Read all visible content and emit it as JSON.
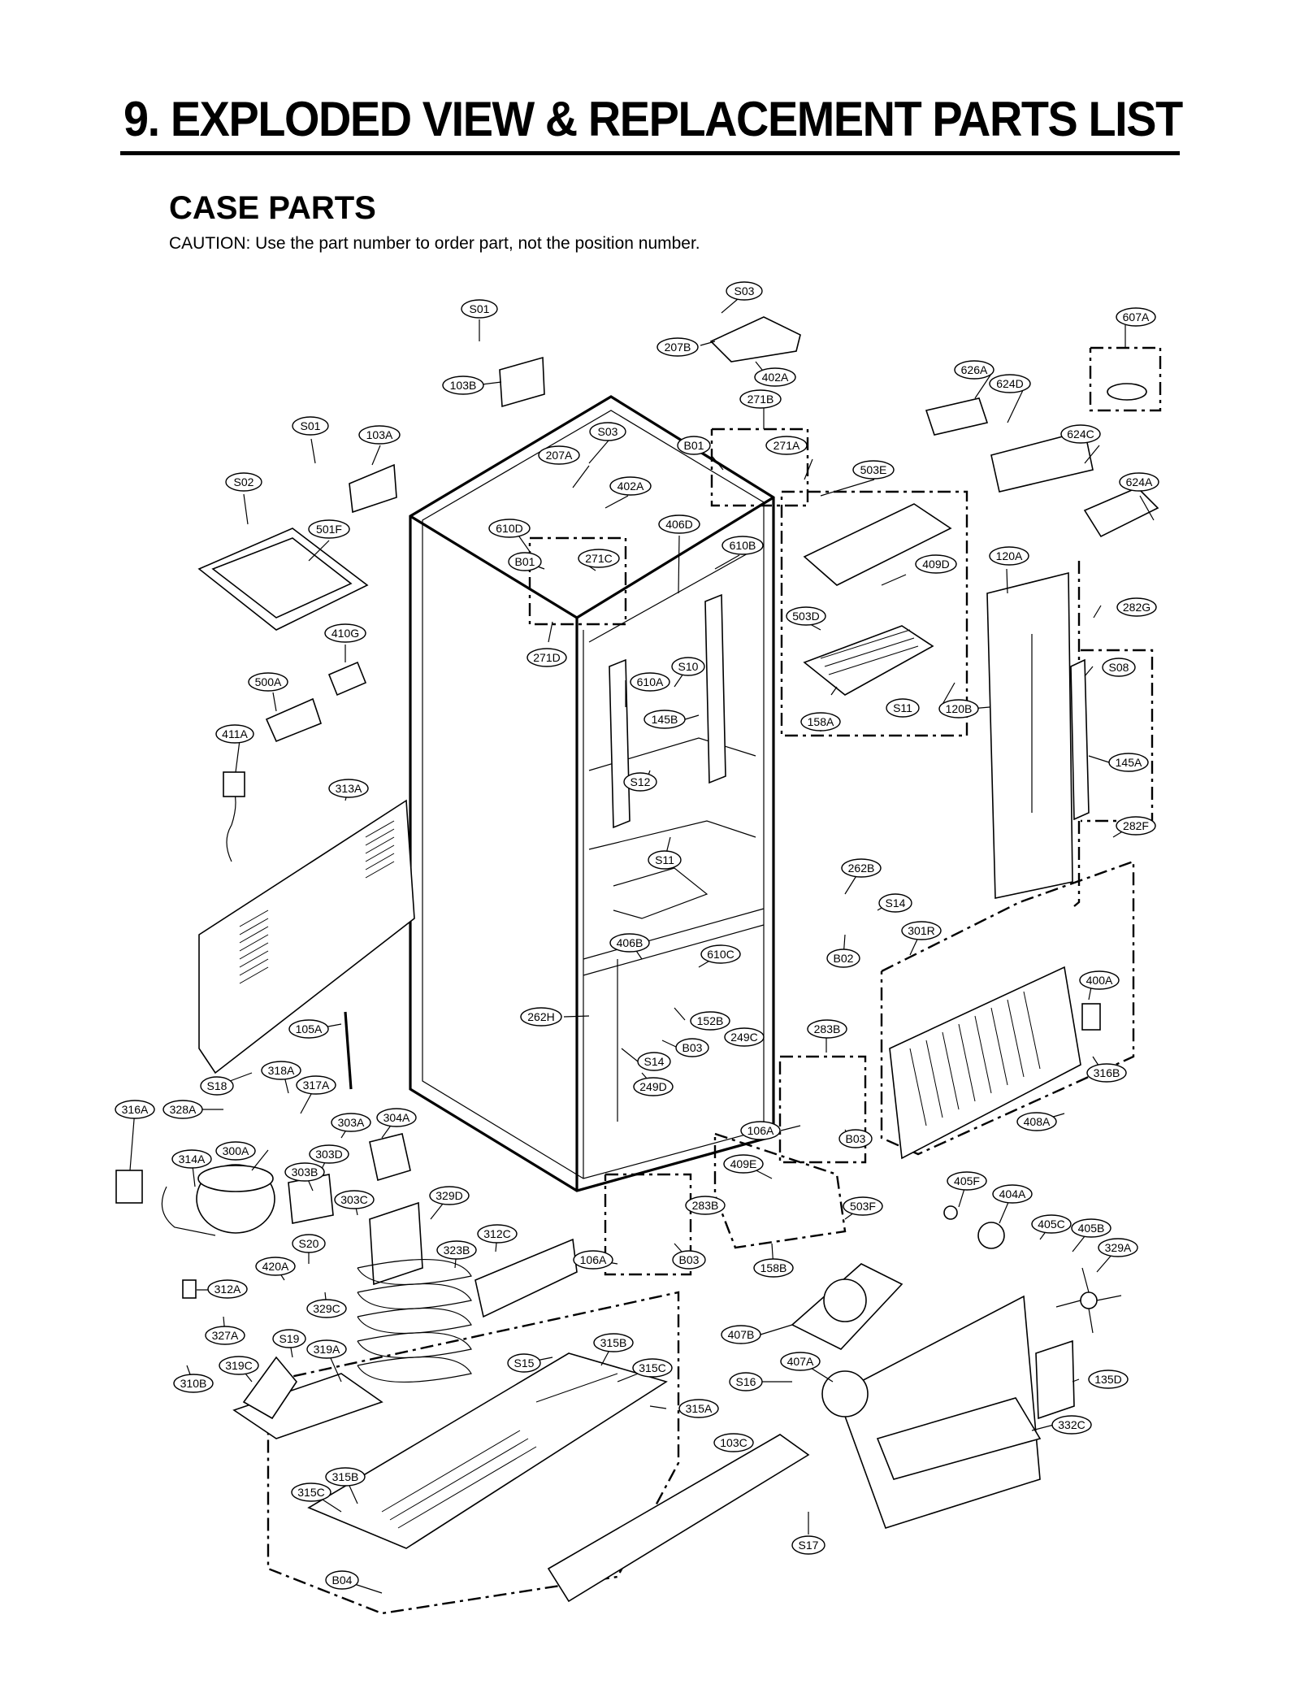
{
  "header": {
    "title": "9. EXPLODED VIEW & REPLACEMENT PARTS LIST"
  },
  "section": {
    "title": "CASE PARTS",
    "caution": "CAUTION: Use the part number to order part, not the position number."
  },
  "callouts": [
    {
      "id": "S03"
    },
    {
      "id": "S01"
    },
    {
      "id": "607A"
    },
    {
      "id": "207B"
    },
    {
      "id": "402A"
    },
    {
      "id": "103B"
    },
    {
      "id": "626A"
    },
    {
      "id": "624D"
    },
    {
      "id": "271B"
    },
    {
      "id": "S01"
    },
    {
      "id": "103A"
    },
    {
      "id": "S03"
    },
    {
      "id": "B01"
    },
    {
      "id": "271A"
    },
    {
      "id": "624C"
    },
    {
      "id": "207A"
    },
    {
      "id": "503E"
    },
    {
      "id": "S02"
    },
    {
      "id": "402A"
    },
    {
      "id": "624A"
    },
    {
      "id": "501F"
    },
    {
      "id": "610D"
    },
    {
      "id": "406D"
    },
    {
      "id": "B01"
    },
    {
      "id": "271C"
    },
    {
      "id": "610B"
    },
    {
      "id": "409D"
    },
    {
      "id": "120A"
    },
    {
      "id": "410G"
    },
    {
      "id": "503D"
    },
    {
      "id": "282G"
    },
    {
      "id": "271D"
    },
    {
      "id": "S10"
    },
    {
      "id": "S08"
    },
    {
      "id": "500A"
    },
    {
      "id": "610A"
    },
    {
      "id": "S11"
    },
    {
      "id": "120B"
    },
    {
      "id": "145B"
    },
    {
      "id": "158A"
    },
    {
      "id": "411A"
    },
    {
      "id": "145A"
    },
    {
      "id": "313A"
    },
    {
      "id": "S12"
    },
    {
      "id": "282F"
    },
    {
      "id": "S11"
    },
    {
      "id": "262B"
    },
    {
      "id": "S14"
    },
    {
      "id": "301R"
    },
    {
      "id": "406B"
    },
    {
      "id": "B02"
    },
    {
      "id": "610C"
    },
    {
      "id": "400A"
    },
    {
      "id": "262H"
    },
    {
      "id": "152B"
    },
    {
      "id": "105A"
    },
    {
      "id": "249C"
    },
    {
      "id": "283B"
    },
    {
      "id": "B03"
    },
    {
      "id": "S14"
    },
    {
      "id": "316B"
    },
    {
      "id": "318A"
    },
    {
      "id": "249D"
    },
    {
      "id": "S18"
    },
    {
      "id": "317A"
    },
    {
      "id": "316A"
    },
    {
      "id": "328A"
    },
    {
      "id": "303A"
    },
    {
      "id": "304A"
    },
    {
      "id": "106A"
    },
    {
      "id": "408A"
    },
    {
      "id": "B03"
    },
    {
      "id": "300A"
    },
    {
      "id": "303D"
    },
    {
      "id": "314A"
    },
    {
      "id": "409E"
    },
    {
      "id": "303B"
    },
    {
      "id": "405F"
    },
    {
      "id": "404A"
    },
    {
      "id": "329D"
    },
    {
      "id": "283B"
    },
    {
      "id": "503F"
    },
    {
      "id": "303C"
    },
    {
      "id": "405C"
    },
    {
      "id": "405B"
    },
    {
      "id": "S20"
    },
    {
      "id": "312C"
    },
    {
      "id": "323B"
    },
    {
      "id": "329A"
    },
    {
      "id": "420A"
    },
    {
      "id": "106A"
    },
    {
      "id": "B03"
    },
    {
      "id": "158B"
    },
    {
      "id": "312A"
    },
    {
      "id": "329C"
    },
    {
      "id": "327A"
    },
    {
      "id": "407B"
    },
    {
      "id": "S19"
    },
    {
      "id": "319A"
    },
    {
      "id": "315B"
    },
    {
      "id": "319C"
    },
    {
      "id": "S15"
    },
    {
      "id": "407A"
    },
    {
      "id": "315C"
    },
    {
      "id": "S16"
    },
    {
      "id": "135D"
    },
    {
      "id": "310B"
    },
    {
      "id": "315A"
    },
    {
      "id": "332C"
    },
    {
      "id": "103C"
    },
    {
      "id": "315B"
    },
    {
      "id": "315C"
    },
    {
      "id": "S17"
    },
    {
      "id": "B04"
    }
  ]
}
